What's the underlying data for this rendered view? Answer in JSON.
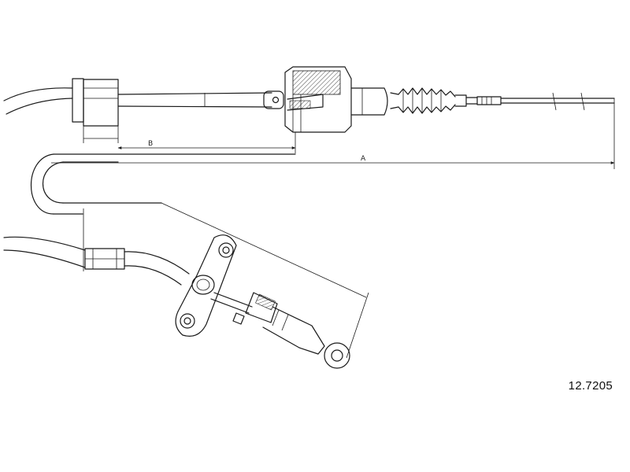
{
  "diagram": {
    "part_number": "12.7205",
    "dimension_labels": {
      "a": "A",
      "b": "B"
    }
  }
}
